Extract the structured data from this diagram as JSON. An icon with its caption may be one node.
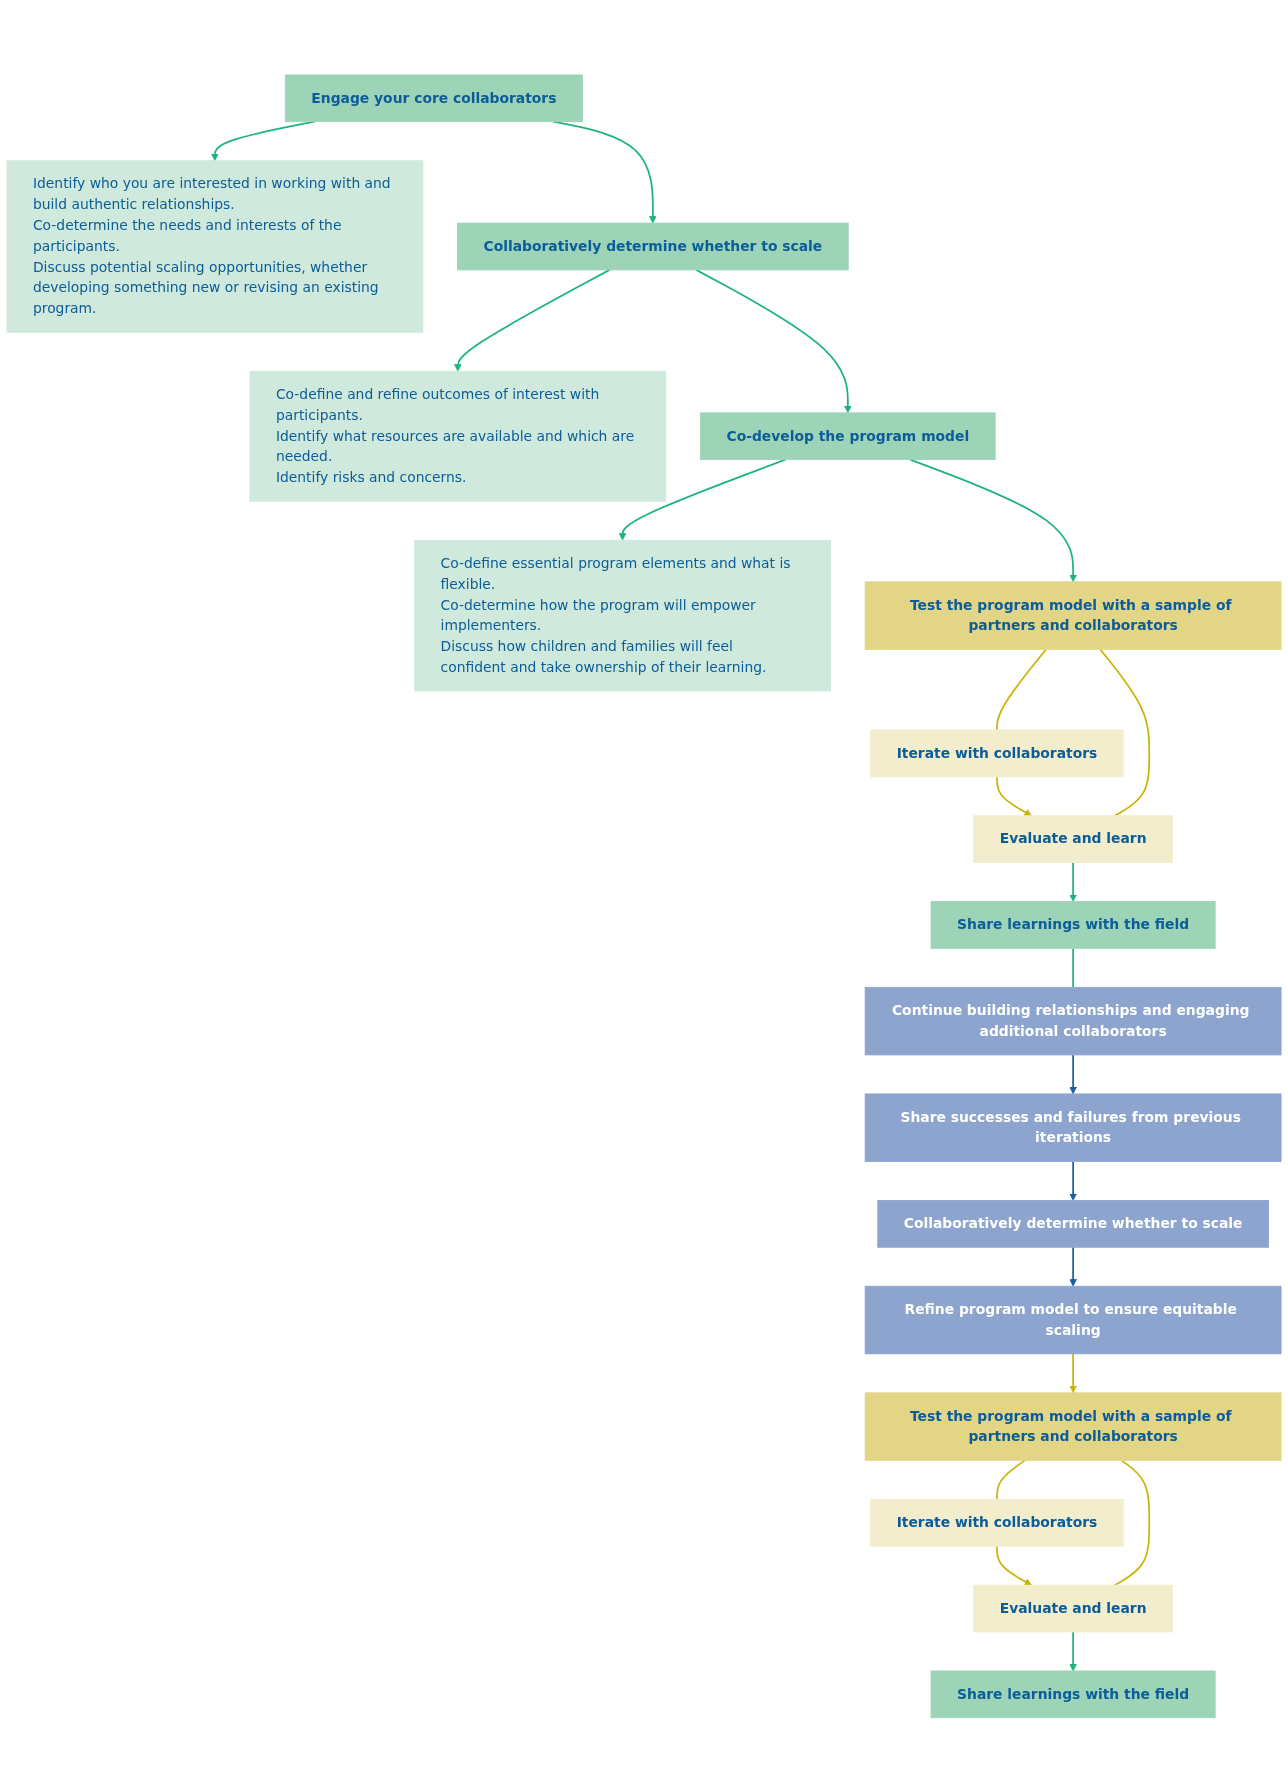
{
  "diagram": {
    "nodes": [
      {
        "text": [
          "Engage your core collaborators"
        ]
      },
      {
        "text": [
          "Identify who you are interested in working with and build authentic relationships.",
          "Co-determine the needs and interests of the participants.",
          "Discuss potential scaling opportunities, whether developing something new or revising an existing program."
        ]
      },
      {
        "text": [
          "Collaboratively determine whether to scale"
        ]
      },
      {
        "text": [
          "Co-define and refine outcomes of interest with participants.",
          "Identify what resources are available and which are needed.",
          "Identify risks and concerns."
        ]
      },
      {
        "text": [
          "Co-develop the program model"
        ]
      },
      {
        "text": [
          "Co-define essential program elements and what is flexible.",
          "Co-determine how the program will empower implementers.",
          "Discuss how children and families will feel confident and take ownership of their learning."
        ]
      },
      {
        "text": [
          "Test the program model with a sample of partners and collaborators"
        ]
      },
      {
        "text": [
          "Iterate with collaborators"
        ]
      },
      {
        "text": [
          "Evaluate and learn"
        ]
      },
      {
        "text": [
          "Share learnings with the field"
        ]
      },
      {
        "text": [
          "Continue building relationships and engaging additional collaborators"
        ]
      },
      {
        "text": [
          "Share successes and failures from previous iterations"
        ]
      },
      {
        "text": [
          "Collaboratively determine whether to scale"
        ]
      },
      {
        "text": [
          "Refine program model to ensure equitable scaling"
        ]
      },
      {
        "text": [
          "Test the program model with a sample of partners and collaborators"
        ]
      },
      {
        "text": [
          "Iterate with collaborators"
        ]
      },
      {
        "text": [
          "Evaluate and learn"
        ]
      },
      {
        "text": [
          "Share learnings with the field"
        ]
      }
    ],
    "edges": [
      {
        "from": 0,
        "to": 1,
        "arrow": "to"
      },
      {
        "from": 0,
        "to": 2,
        "arrow": "to"
      },
      {
        "from": 2,
        "to": 3,
        "arrow": "to"
      },
      {
        "from": 2,
        "to": 4,
        "arrow": "to"
      },
      {
        "from": 4,
        "to": 5,
        "arrow": "to"
      },
      {
        "from": 4,
        "to": 6,
        "arrow": "to"
      },
      {
        "from": 6,
        "to": 7,
        "arrow": "none",
        "color": "#c9b40a"
      },
      {
        "from": 7,
        "to": 8,
        "arrow": "to",
        "color": "#c9b40a"
      },
      {
        "from": 8,
        "to": 6,
        "arrow": "none",
        "color": "#c9b40a"
      },
      {
        "from": 8,
        "to": 9,
        "arrow": "to"
      },
      {
        "from": 9,
        "to": 10,
        "arrow": "none"
      },
      {
        "from": 10,
        "to": 11,
        "arrow": "to",
        "color": "#1a5ea0"
      },
      {
        "from": 11,
        "to": 12,
        "arrow": "to",
        "color": "#1a5ea0"
      },
      {
        "from": 12,
        "to": 13,
        "arrow": "to",
        "color": "#1a5ea0"
      },
      {
        "from": 13,
        "to": 14,
        "arrow": "to",
        "color": "#c9b40a"
      },
      {
        "from": 14,
        "to": 15,
        "arrow": "none",
        "color": "#c9b40a"
      },
      {
        "from": 15,
        "to": 16,
        "arrow": "to",
        "color": "#c9b40a"
      },
      {
        "from": 16,
        "to": 14,
        "arrow": "none",
        "color": "#c9b40a"
      },
      {
        "from": 16,
        "to": 17,
        "arrow": "to"
      }
    ]
  }
}
